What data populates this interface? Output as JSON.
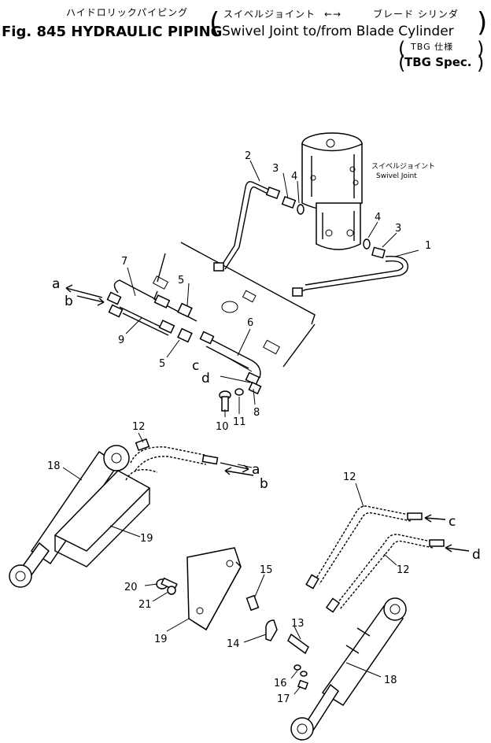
{
  "header": {
    "title_jp": "ハイドロリックパイピング",
    "title_en": "Fig. 845 HYDRAULIC PIPING",
    "sub_jp_swivel": "スイベルジョイント",
    "sub_jp_arrow": "←→",
    "sub_jp_blade": "ブレード シリンダ",
    "sub_en": "Swivel Joint to/from Blade Cylinder",
    "spec_jp": "TBG 仕様",
    "spec_en": "TBG Spec."
  },
  "diagram": {
    "swivel_label_jp": "スイベルジョイント",
    "swivel_label_en": "Swivel Joint",
    "callouts": {
      "c1": "1",
      "c2": "2",
      "c3a": "3",
      "c3b": "3",
      "c4a": "4",
      "c4b": "4",
      "c5a": "5",
      "c5b": "5",
      "c6": "6",
      "c7": "7",
      "c8": "8",
      "c9": "9",
      "c10": "10",
      "c11": "11",
      "c12a": "12",
      "c12b": "12",
      "c12c": "12",
      "c13": "13",
      "c14": "14",
      "c15": "15",
      "c16": "16",
      "c17": "17",
      "c18a": "18",
      "c18b": "18",
      "c19a": "19",
      "c19b": "19",
      "c20": "20",
      "c21": "21"
    },
    "letters": {
      "a1": "a",
      "b1": "b",
      "c1": "c",
      "d1": "d",
      "a2": "a",
      "b2": "b",
      "c2": "c",
      "d2": "d"
    }
  }
}
